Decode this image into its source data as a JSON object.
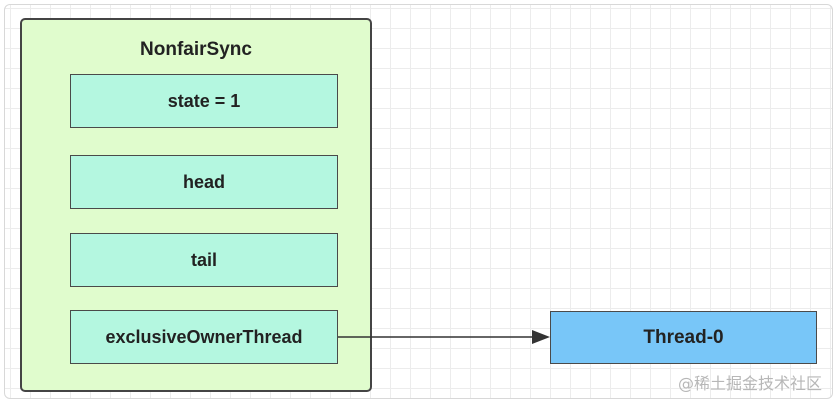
{
  "diagram": {
    "container_title": "NonfairSync",
    "fields": [
      {
        "label": "state = 1"
      },
      {
        "label": "head"
      },
      {
        "label": "tail"
      },
      {
        "label": "exclusiveOwnerThread"
      }
    ],
    "target": {
      "label": "Thread-0"
    },
    "colors": {
      "container_fill": "#e0fccd",
      "field_fill": "#b4f7e0",
      "target_fill": "#78c6f8",
      "border": "#444444"
    }
  },
  "watermark": "@稀土掘金技术社区"
}
